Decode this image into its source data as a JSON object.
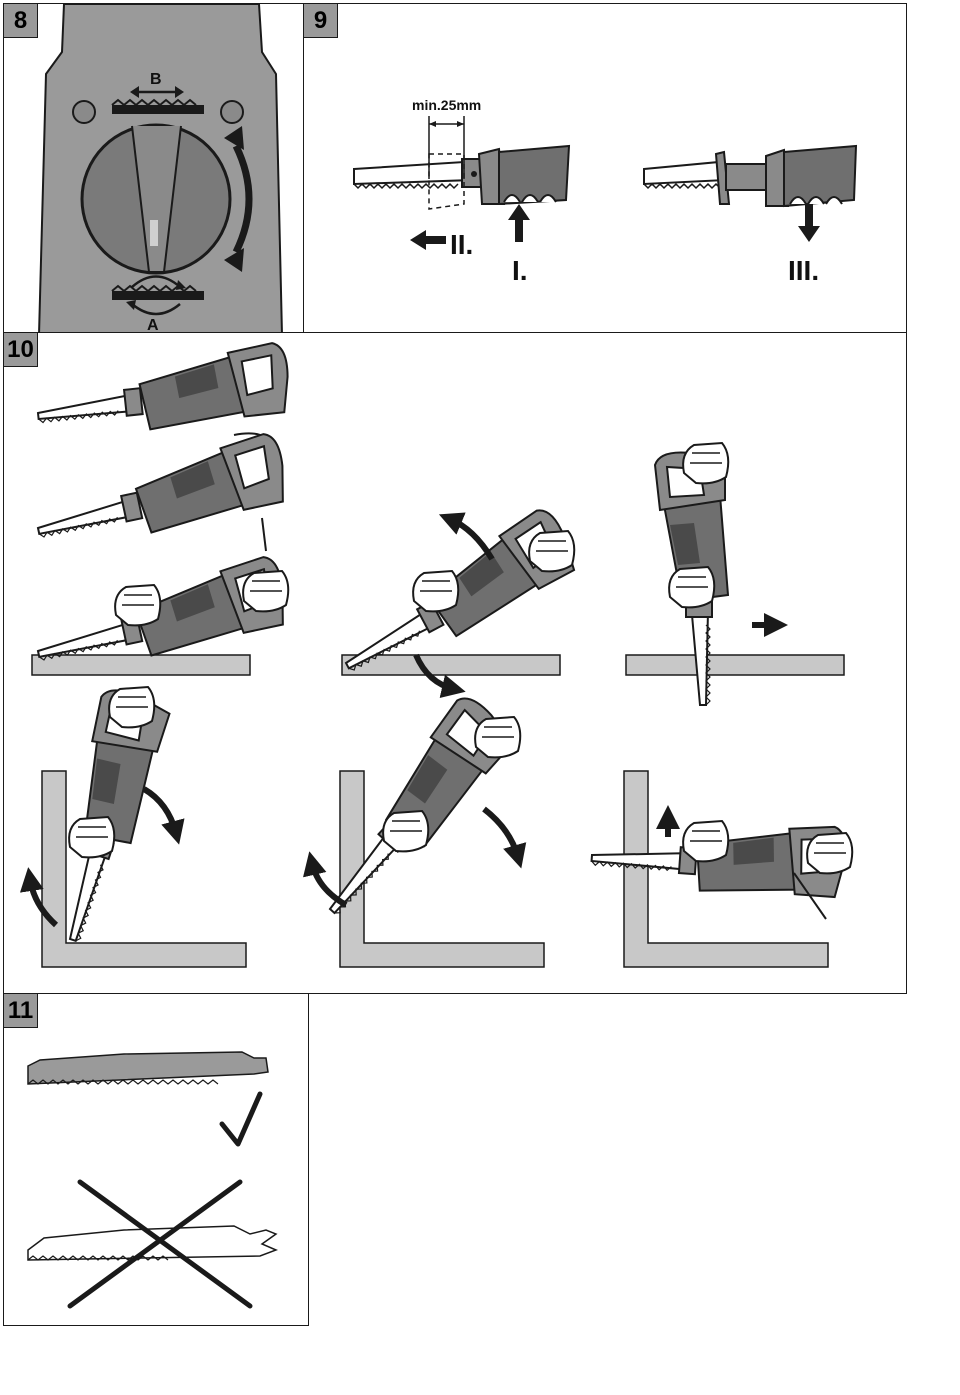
{
  "figures": {
    "fig8": {
      "number": "8",
      "label_top": "B",
      "label_bottom": "A"
    },
    "fig9": {
      "number": "9",
      "dimension": "min.25mm",
      "step1": "I.",
      "step2": "II.",
      "step3": "III."
    },
    "fig10": {
      "number": "10"
    },
    "fig11": {
      "number": "11"
    }
  },
  "colors": {
    "panel_grey": "#9a9a9a",
    "tool_dark": "#6f6f6f",
    "surface": "#c8c8c8",
    "line": "#1a1a1a"
  }
}
